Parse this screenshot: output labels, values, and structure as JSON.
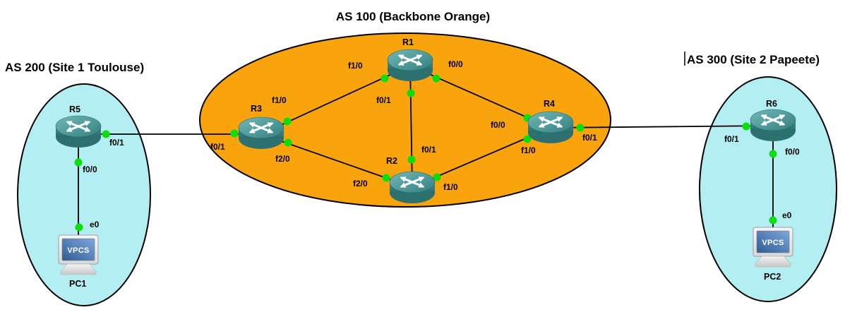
{
  "diagram": {
    "type": "network-topology",
    "groups": [
      {
        "id": "as100",
        "label": "AS 100 (Backbone Orange)",
        "fill": "#FAA40D"
      },
      {
        "id": "as200",
        "label": "AS 200 (Site 1 Toulouse)",
        "fill": "#B3EFF2"
      },
      {
        "id": "as300",
        "label": "AS 300 (Site 2 Papeete)",
        "fill": "#B3EFF2"
      }
    ],
    "nodes": [
      {
        "id": "R1",
        "type": "router",
        "label": "R1"
      },
      {
        "id": "R2",
        "type": "router",
        "label": "R2"
      },
      {
        "id": "R3",
        "type": "router",
        "label": "R3"
      },
      {
        "id": "R4",
        "type": "router",
        "label": "R4"
      },
      {
        "id": "R5",
        "type": "router",
        "label": "R5"
      },
      {
        "id": "R6",
        "type": "router",
        "label": "R6"
      },
      {
        "id": "PC1",
        "type": "vpcs",
        "label": "PC1",
        "screen_text": "VPCS"
      },
      {
        "id": "PC2",
        "type": "vpcs",
        "label": "PC2",
        "screen_text": "VPCS"
      }
    ],
    "links": [
      {
        "a": "R5",
        "a_if": "f0/1",
        "b": "R3",
        "b_if": "f0/1"
      },
      {
        "a": "R3",
        "a_if": "f1/0",
        "b": "R1",
        "b_if": "f1/0"
      },
      {
        "a": "R1",
        "a_if": "f0/1",
        "b": "R2",
        "b_if": "f0/1"
      },
      {
        "a": "R3",
        "a_if": "f2/0",
        "b": "R2",
        "b_if": "f2/0"
      },
      {
        "a": "R1",
        "a_if": "f0/0",
        "b": "R4",
        "b_if": "f0/0"
      },
      {
        "a": "R2",
        "a_if": "f1/0",
        "b": "R4",
        "b_if": "f1/0"
      },
      {
        "a": "R4",
        "a_if": "f0/1",
        "b": "R6",
        "b_if": "f0/1"
      },
      {
        "a": "R5",
        "a_if": "f0/0",
        "b": "PC1",
        "b_if": "e0"
      },
      {
        "a": "R6",
        "a_if": "f0/0",
        "b": "PC2",
        "b_if": "e0"
      }
    ],
    "colors": {
      "backbone_fill": "#FAA40D",
      "site_fill": "#B3EFF2",
      "shape_stroke": "#000000",
      "link_line": "#000000",
      "link_status_up": "#0BDF0B",
      "router_teal": "#4E9A9A",
      "pc_screen_blue": "#4D7EC2"
    }
  }
}
